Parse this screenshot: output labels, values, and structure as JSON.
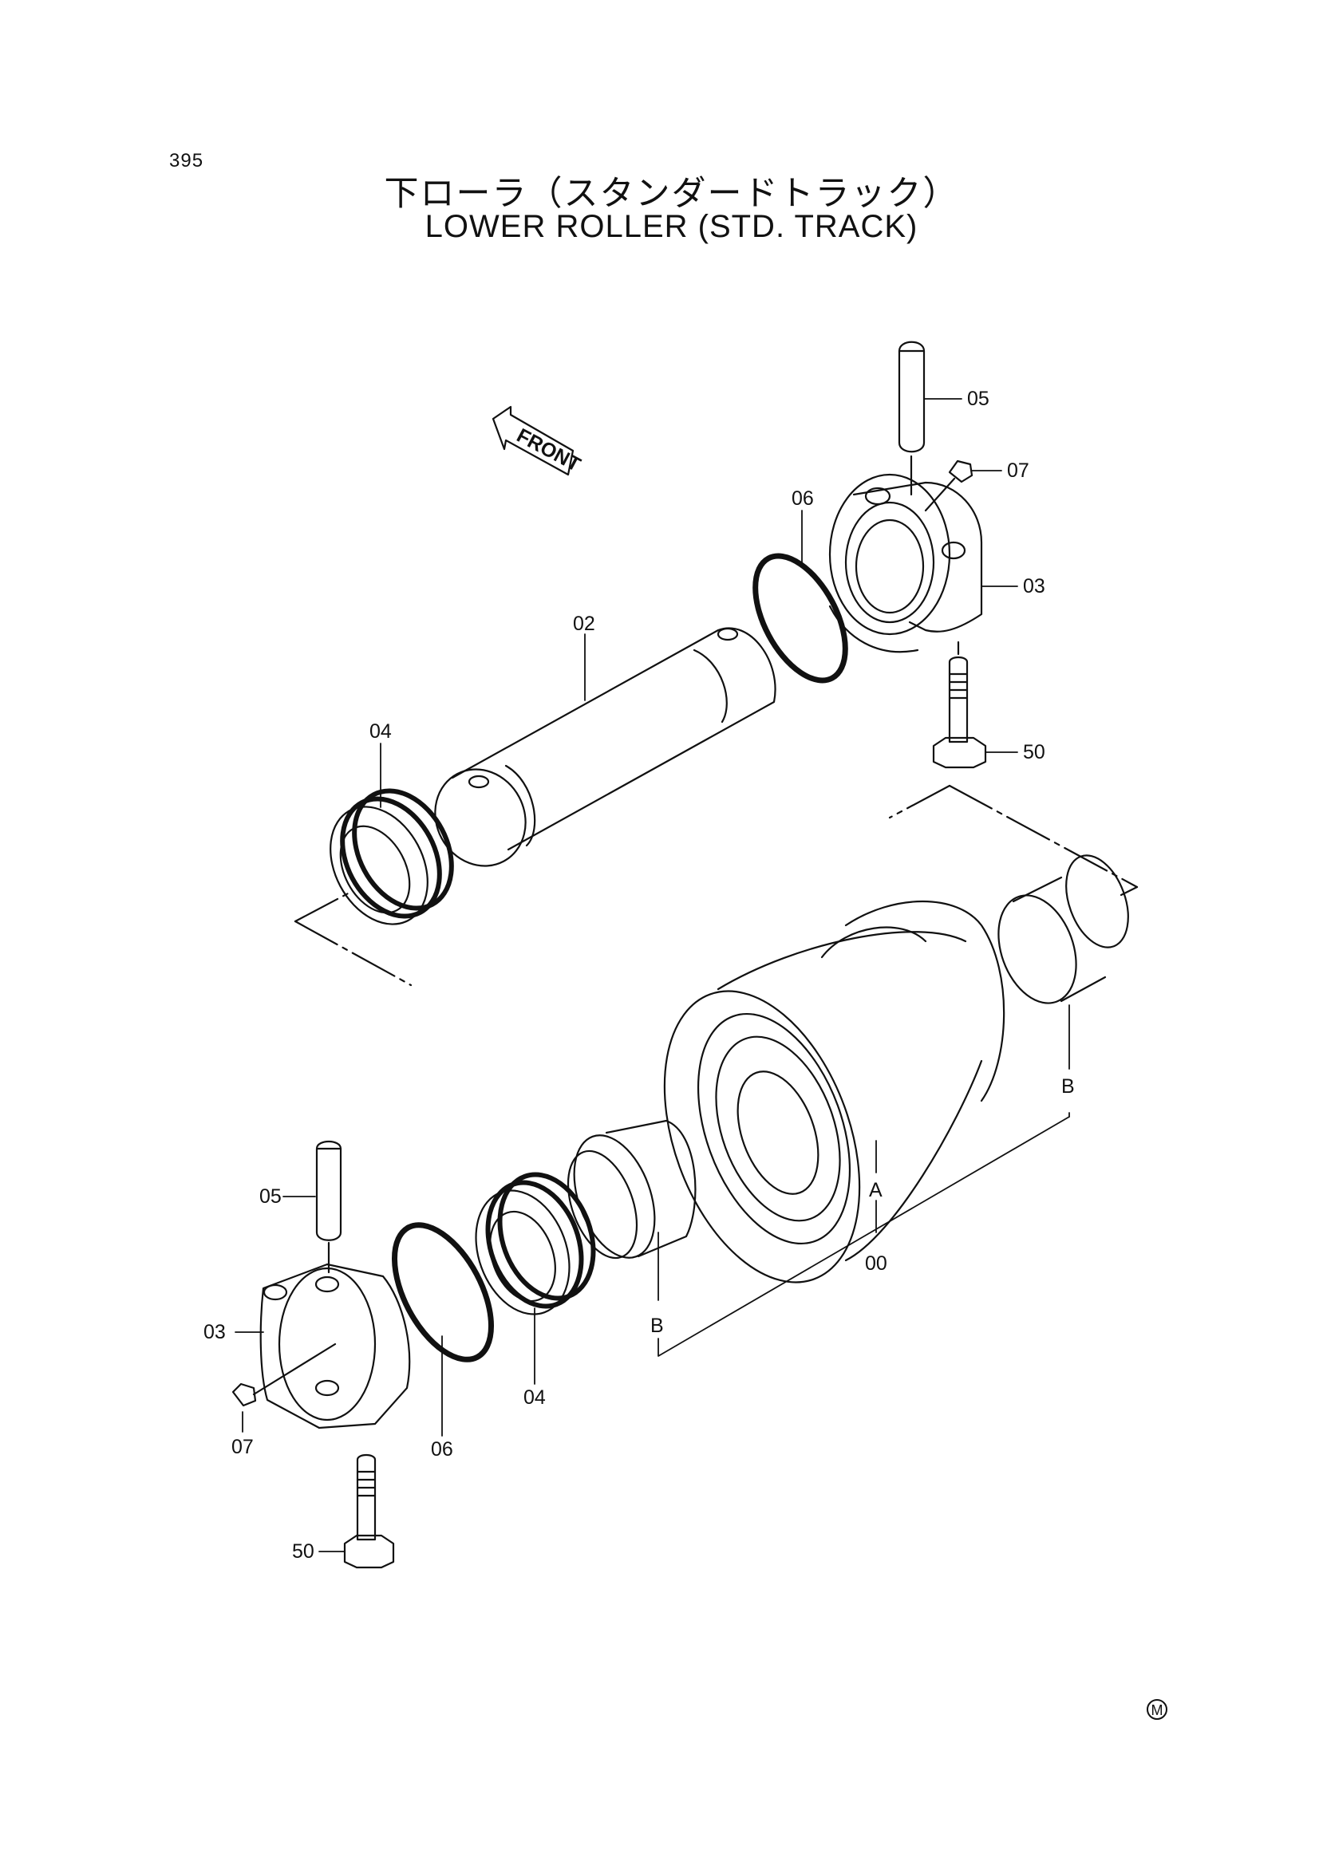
{
  "header": {
    "page_number": "395",
    "title_jp": "下ローラ（スタンダードトラック）",
    "title_en": "LOWER ROLLER (STD. TRACK)"
  },
  "front_arrow": {
    "label": "FRONT"
  },
  "callouts": {
    "c00": "00",
    "c02": "02",
    "c03a": "03",
    "c03b": "03",
    "c04a": "04",
    "c04b": "04",
    "c05a": "05",
    "c05b": "05",
    "c06a": "06",
    "c06b": "06",
    "c07a": "07",
    "c07b": "07",
    "c50a": "50",
    "c50b": "50",
    "cA": "A",
    "cB1": "B",
    "cB2": "B"
  },
  "footer": {
    "mark": "M"
  }
}
